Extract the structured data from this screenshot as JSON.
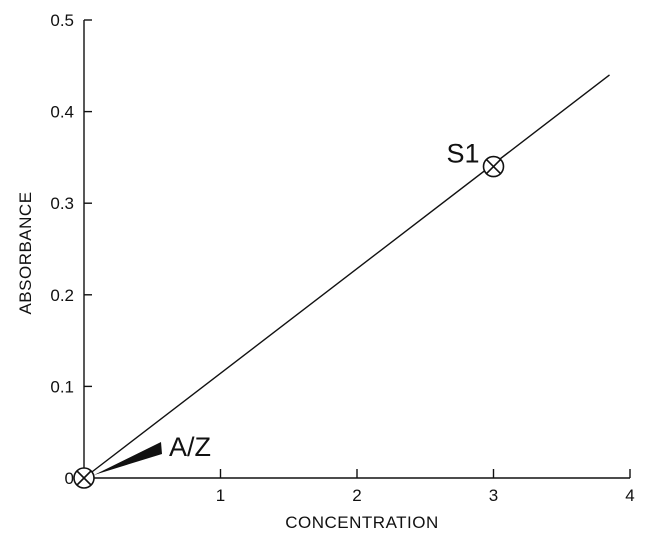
{
  "chart_data": {
    "type": "line",
    "title": "",
    "xlabel": "CONCENTRATION",
    "ylabel": "ABSORBANCE",
    "xlim": [
      0,
      4
    ],
    "ylim": [
      0,
      0.5
    ],
    "x_ticks": [
      0,
      1,
      2,
      3,
      4
    ],
    "y_ticks": [
      0,
      0.1,
      0.2,
      0.3,
      0.4,
      0.5
    ],
    "x_tick_labels": [
      "1",
      "2",
      "3",
      "4"
    ],
    "y_tick_labels": [
      "0",
      "0.1",
      "0.2",
      "0.3",
      "0.4",
      "0.5"
    ],
    "grid": false,
    "series": [
      {
        "x": [
          0,
          3.85
        ],
        "y": [
          0,
          0.44
        ]
      }
    ],
    "points": [
      {
        "label": "A/Z",
        "x": 0,
        "y": 0
      },
      {
        "label": "S1",
        "x": 3,
        "y": 0.34
      }
    ]
  }
}
